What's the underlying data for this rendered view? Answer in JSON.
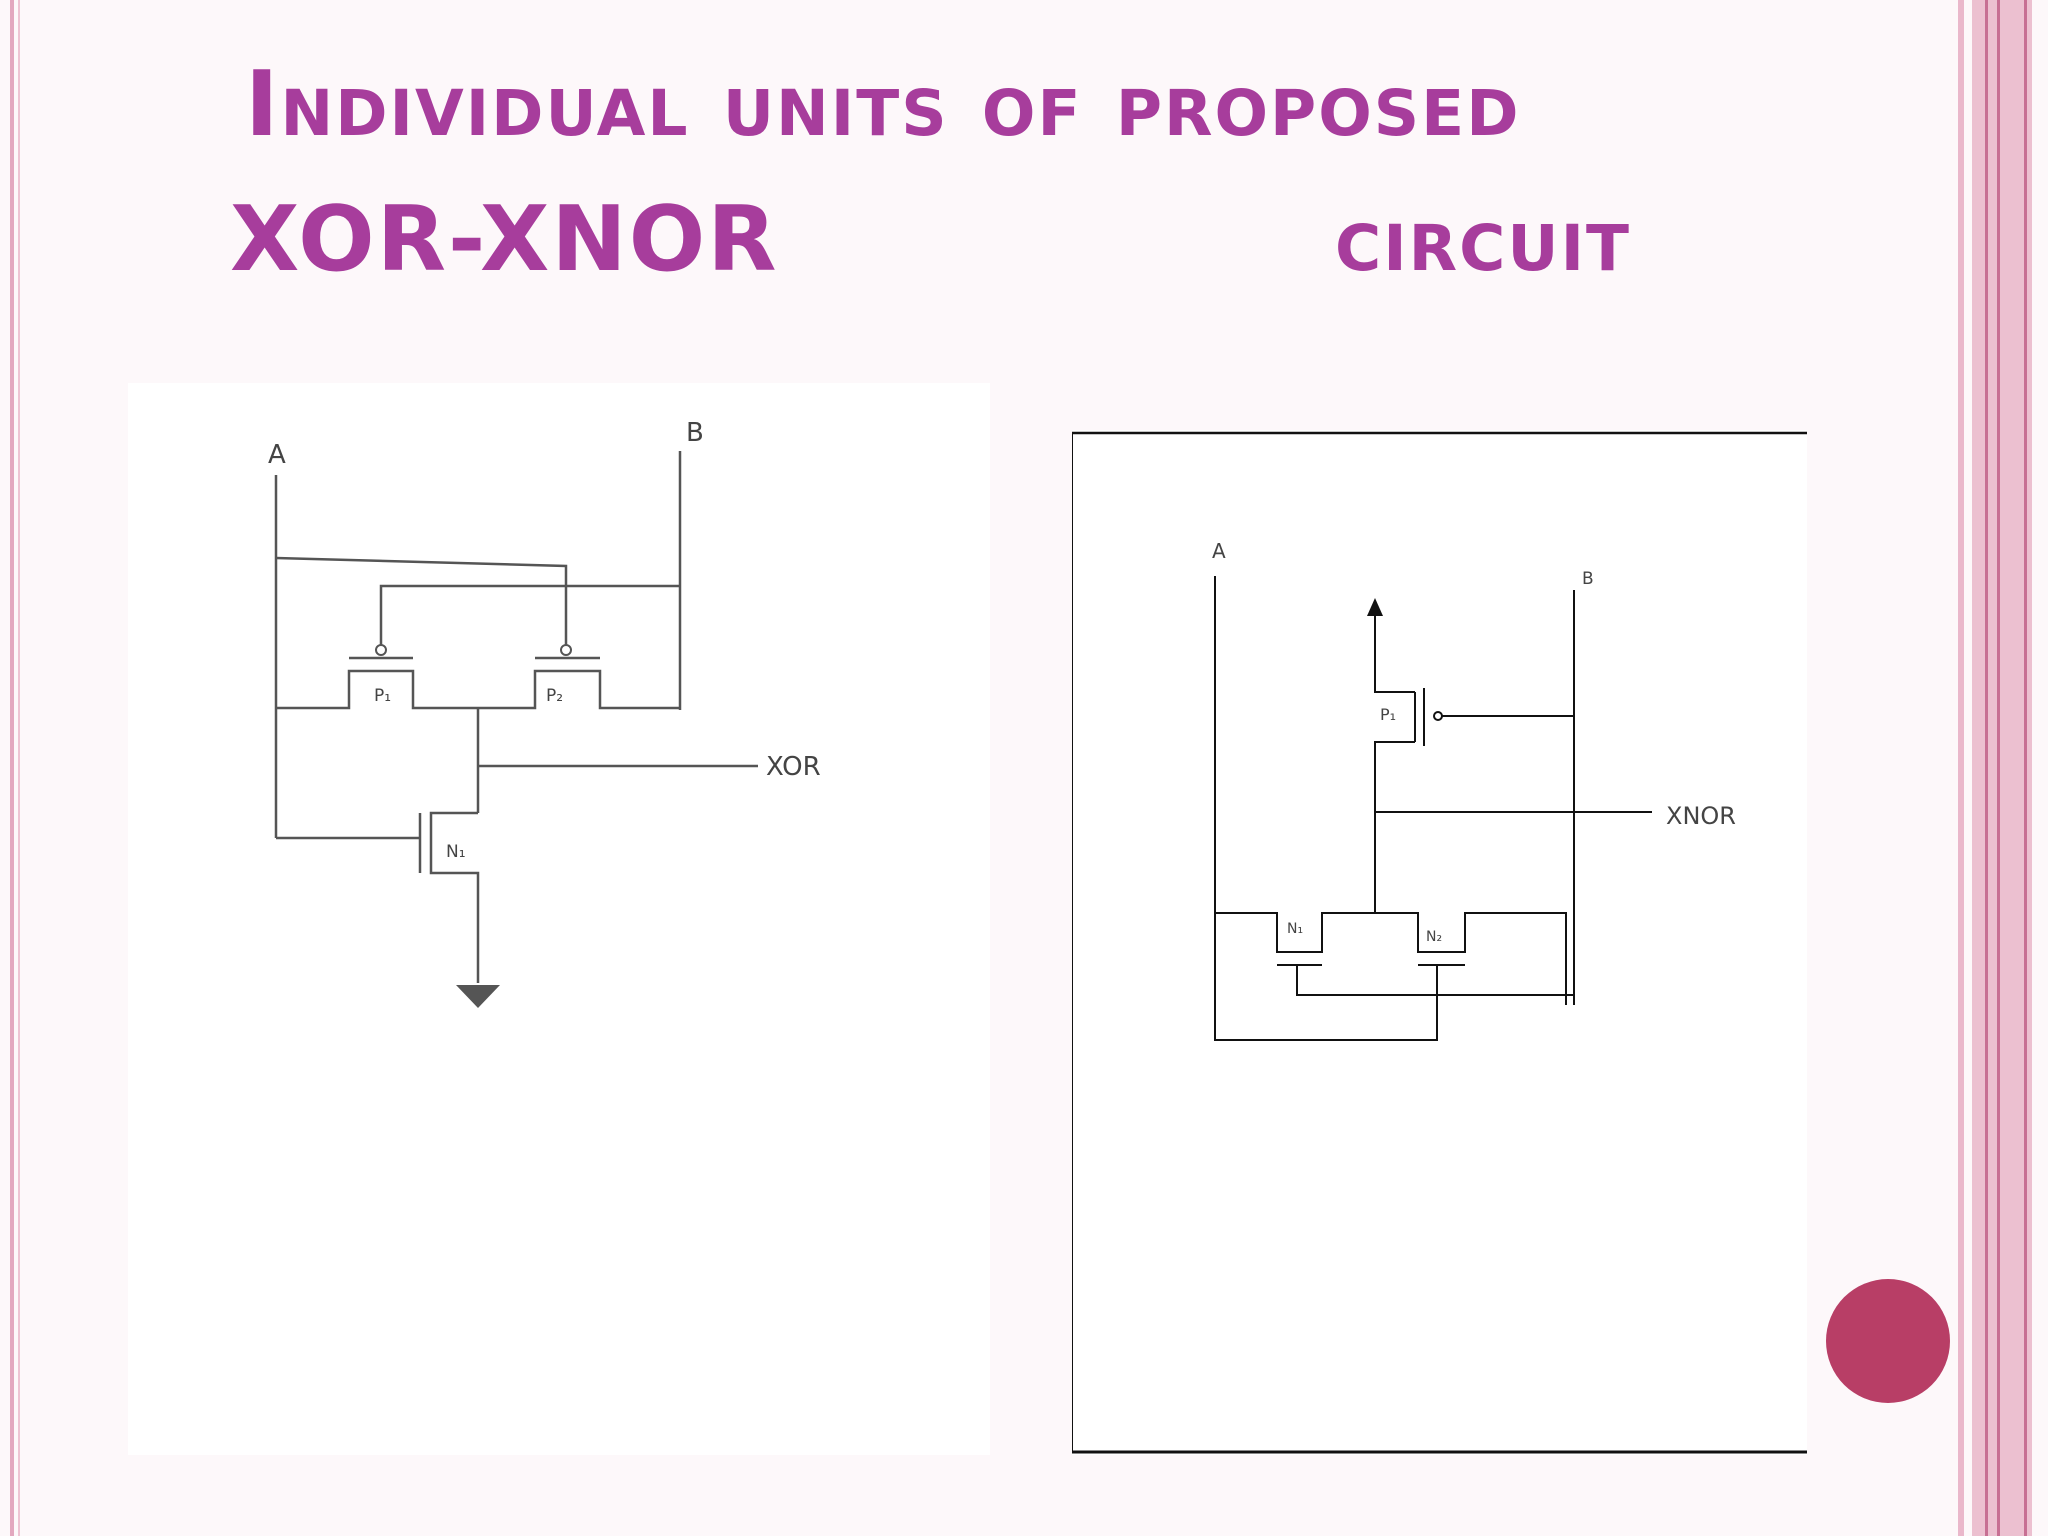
{
  "title": {
    "line1": "Individual units of proposed",
    "line2_left": "XOR-XNOR",
    "line2_right": "circuit"
  },
  "xor_diagram": {
    "input_a": "A",
    "input_b": "B",
    "pmos_1": "P₁",
    "pmos_2": "P₂",
    "nmos_1": "N₁",
    "output": "XOR"
  },
  "xnor_diagram": {
    "input_a": "A",
    "input_b": "B",
    "pmos_1": "P₁",
    "nmos_1": "N₁",
    "nmos_2": "N₂",
    "output": "XNOR"
  },
  "colors": {
    "title": "#a73d9c",
    "bullet": "#b83e66",
    "border": "#e6b4c8"
  }
}
